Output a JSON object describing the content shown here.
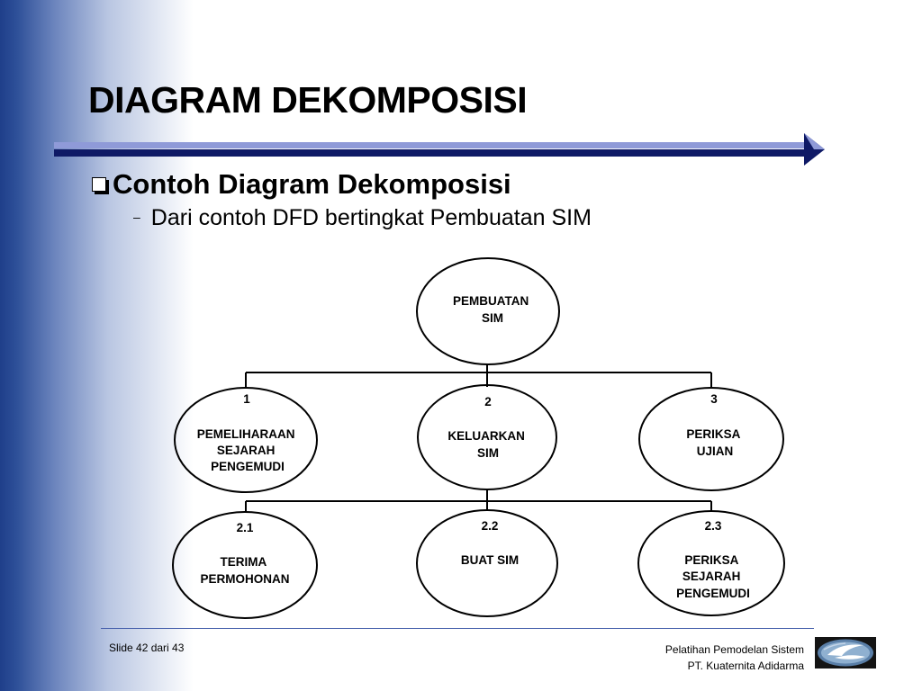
{
  "slide": {
    "title": "DIAGRAM DEKOMPOSISI",
    "bullet_main": "Contoh Diagram Dekomposisi",
    "bullet_sub": "Dari contoh DFD bertingkat Pembuatan SIM"
  },
  "diagram": {
    "root": {
      "lines": [
        "PEMBUATAN",
        "SIM"
      ]
    },
    "level1": [
      {
        "num": "1",
        "lines": [
          "PEMELIHARAAN",
          "SEJARAH",
          "PENGEMUDI"
        ]
      },
      {
        "num": "2",
        "lines": [
          "KELUARKAN",
          "SIM"
        ]
      },
      {
        "num": "3",
        "lines": [
          "PERIKSA",
          "UJIAN"
        ]
      }
    ],
    "level2": [
      {
        "num": "2.1",
        "lines": [
          "TERIMA",
          "PERMOHONAN"
        ]
      },
      {
        "num": "2.2",
        "lines": [
          "BUAT SIM"
        ]
      },
      {
        "num": "2.3",
        "lines": [
          "PERIKSA",
          "SEJARAH",
          "PENGEMUDI"
        ]
      }
    ]
  },
  "footer": {
    "slide_counter": "Slide 42 dari 43",
    "line1": "Pelatihan Pemodelan Sistem",
    "line2": "PT. Kuaternita Adidarma"
  },
  "colors": {
    "side_gradient": "#1f3f8a",
    "rule_dark": "#0f1a66",
    "rule_light": "#8f9ad8",
    "footer_rule": "#4a63ad"
  }
}
